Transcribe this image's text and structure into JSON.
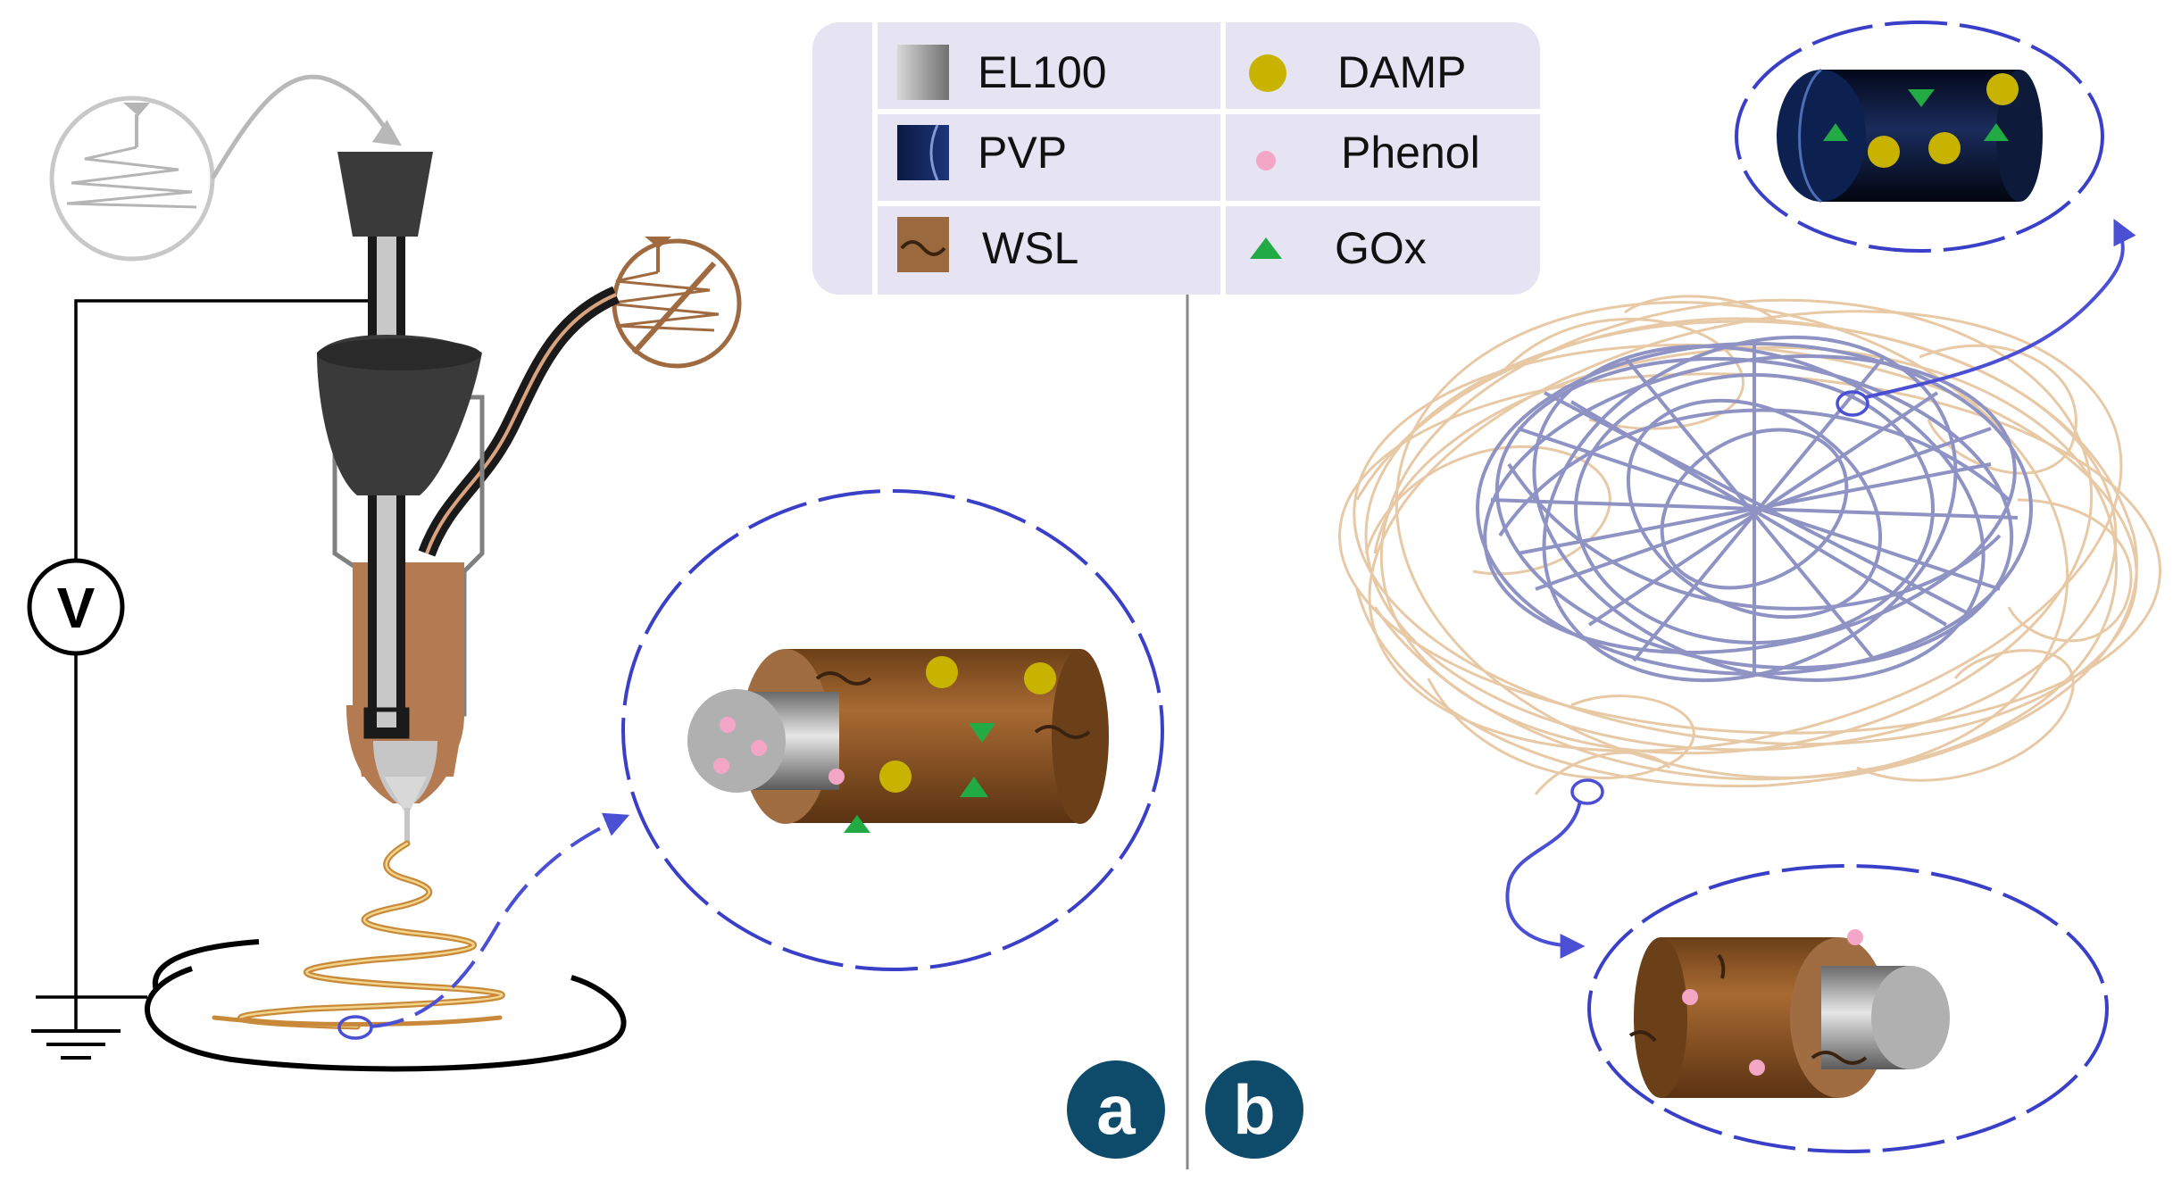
{
  "legend": {
    "items": [
      {
        "label": "EL100",
        "swatch": "el100-swatch"
      },
      {
        "label": "DAMP",
        "swatch": "damp-circle"
      },
      {
        "label": "PVP",
        "swatch": "pvp-swatch"
      },
      {
        "label": "Phenol",
        "swatch": "phenol-dot"
      },
      {
        "label": "WSL",
        "swatch": "wsl-swatch"
      },
      {
        "label": "GOx",
        "swatch": "gox-triangle"
      }
    ]
  },
  "panels": {
    "a": "a",
    "b": "b"
  },
  "voltage_label": "V",
  "colors": {
    "el100": "#9a9a9a",
    "pvp": "#0b1e4a",
    "wsl": "#8b5a2b",
    "damp": "#c8b400",
    "phenol": "#f4a6c6",
    "gox": "#22aa44",
    "arrow": "#4a4fd4",
    "panel_badge": "#0e4a6a",
    "legend_bg": "#e6e3f3",
    "fiber_outer": "#e8c9a6",
    "fiber_inner": "#8e93c4"
  }
}
